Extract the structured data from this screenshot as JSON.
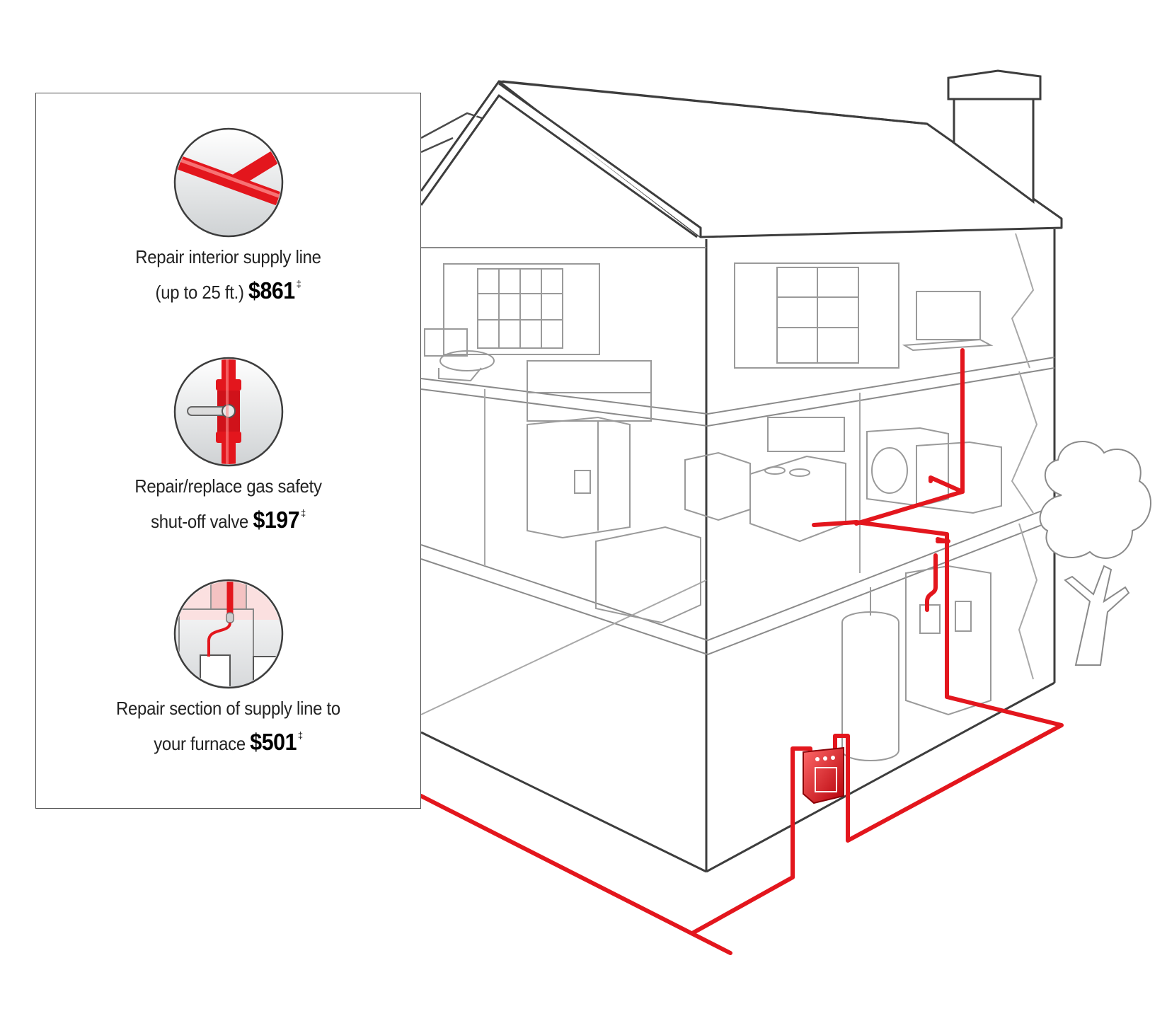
{
  "callouts": [
    {
      "icon": "supply-line-pipe-icon",
      "line1": "Repair interior supply line",
      "line2_prefix": "(up to 25 ft.)",
      "price": "$861",
      "mark": "‡"
    },
    {
      "icon": "gas-shutoff-valve-icon",
      "line1": "Repair/replace gas safety",
      "line2_prefix": "shut-off valve",
      "price": "$197",
      "mark": "‡"
    },
    {
      "icon": "furnace-supply-line-icon",
      "line1": "Repair section of supply line to",
      "line2_prefix": "your furnace",
      "price": "$501",
      "mark": "‡"
    }
  ],
  "colors": {
    "gas_line": "#e3161d",
    "house_outline": "#3d3d3d",
    "interior_outline": "#9a9a9a",
    "panel_border": "#4a4a4a"
  }
}
